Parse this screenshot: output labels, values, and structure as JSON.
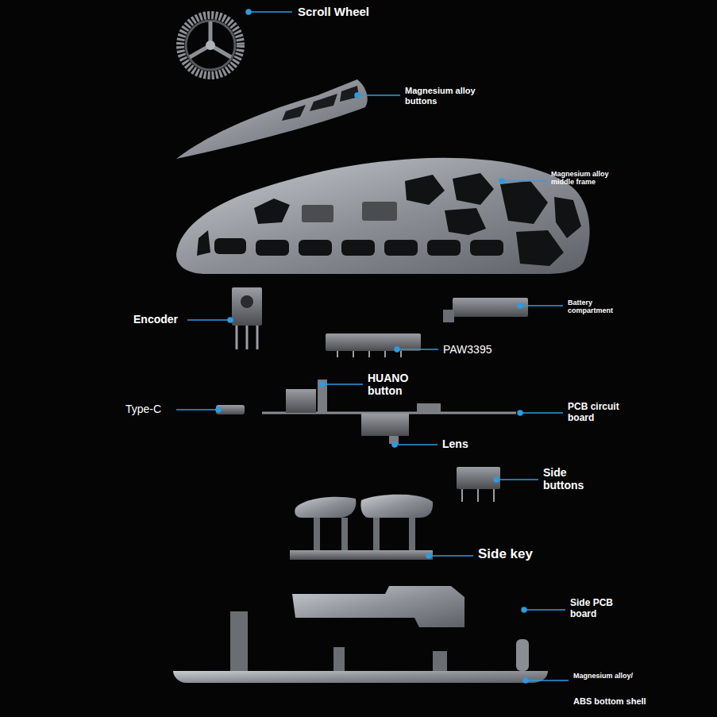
{
  "diagram": {
    "labels": [
      "Scroll Wheel",
      "Magnesium alloy buttons",
      "Magnesium alloy middle frame",
      "Encoder",
      "Battery compartment",
      "PAW3395",
      "HUANO button",
      "Type-C",
      "PCB circuit board",
      "Lens",
      "Side buttons",
      "Side key",
      "Side PCB board",
      "Magnesium alloy/",
      "ABS bottom shell"
    ]
  }
}
